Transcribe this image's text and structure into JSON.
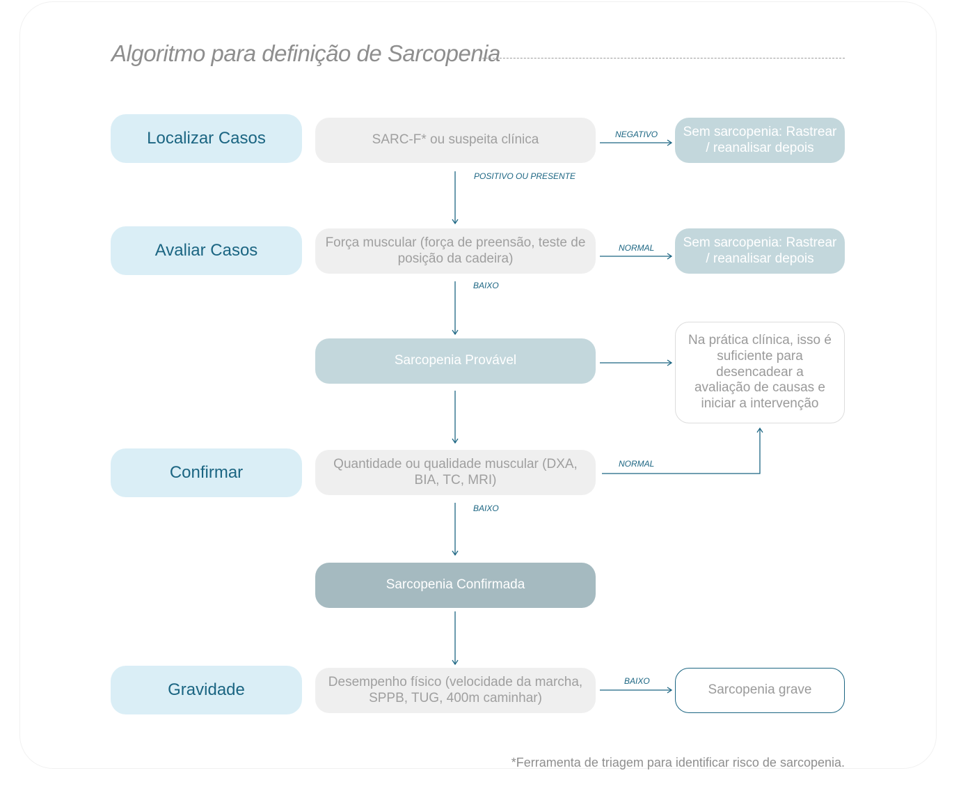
{
  "title": "Algoritmo para definição de Sarcopenia",
  "stages": {
    "find": "Localizar Casos",
    "assess": "Avaliar Casos",
    "confirm": "Confirmar",
    "severity": "Gravidade"
  },
  "steps": {
    "sarcf": "SARC-F* ou suspeita clínica",
    "strength": "Força muscular (força de preensão, teste de posição da cadeira)",
    "probable": "Sarcopenia Provável",
    "quantity": "Quantidade ou qualidade muscular (DXA, BIA, TC, MRI)",
    "confirmed": "Sarcopenia Confirmada",
    "performance": "Desempenho físico (velocidade da marcha, SPPB, TUG, 400m caminhar)"
  },
  "results": {
    "no_sarcopenia_1": "Sem sarcopenia: Rastrear / reanalisar depois",
    "no_sarcopenia_2": "Sem sarcopenia: Rastrear / reanalisar depois",
    "clinical_note": "Na prática clínica, isso é suficiente para desencadear a avaliação de causas e iniciar a intervenção",
    "severe": "Sarcopenia grave"
  },
  "labels": {
    "negative": "NEGATIVO",
    "positive": "POSITIVO OU PRESENTE",
    "normal_1": "NORMAL",
    "low_1": "BAIXO",
    "normal_2": "NORMAL",
    "low_2": "BAIXO",
    "low_3": "BAIXO"
  },
  "footnote": "*Ferramenta de triagem para identificar risco de sarcopenia.",
  "colors": {
    "stage_bg": "#daeef6",
    "stage_text": "#1b6582",
    "step_bg": "#efefef",
    "teal_bg": "#c3d7dc",
    "dark_teal_bg": "#a5bac0",
    "arrow": "#1b6582"
  }
}
